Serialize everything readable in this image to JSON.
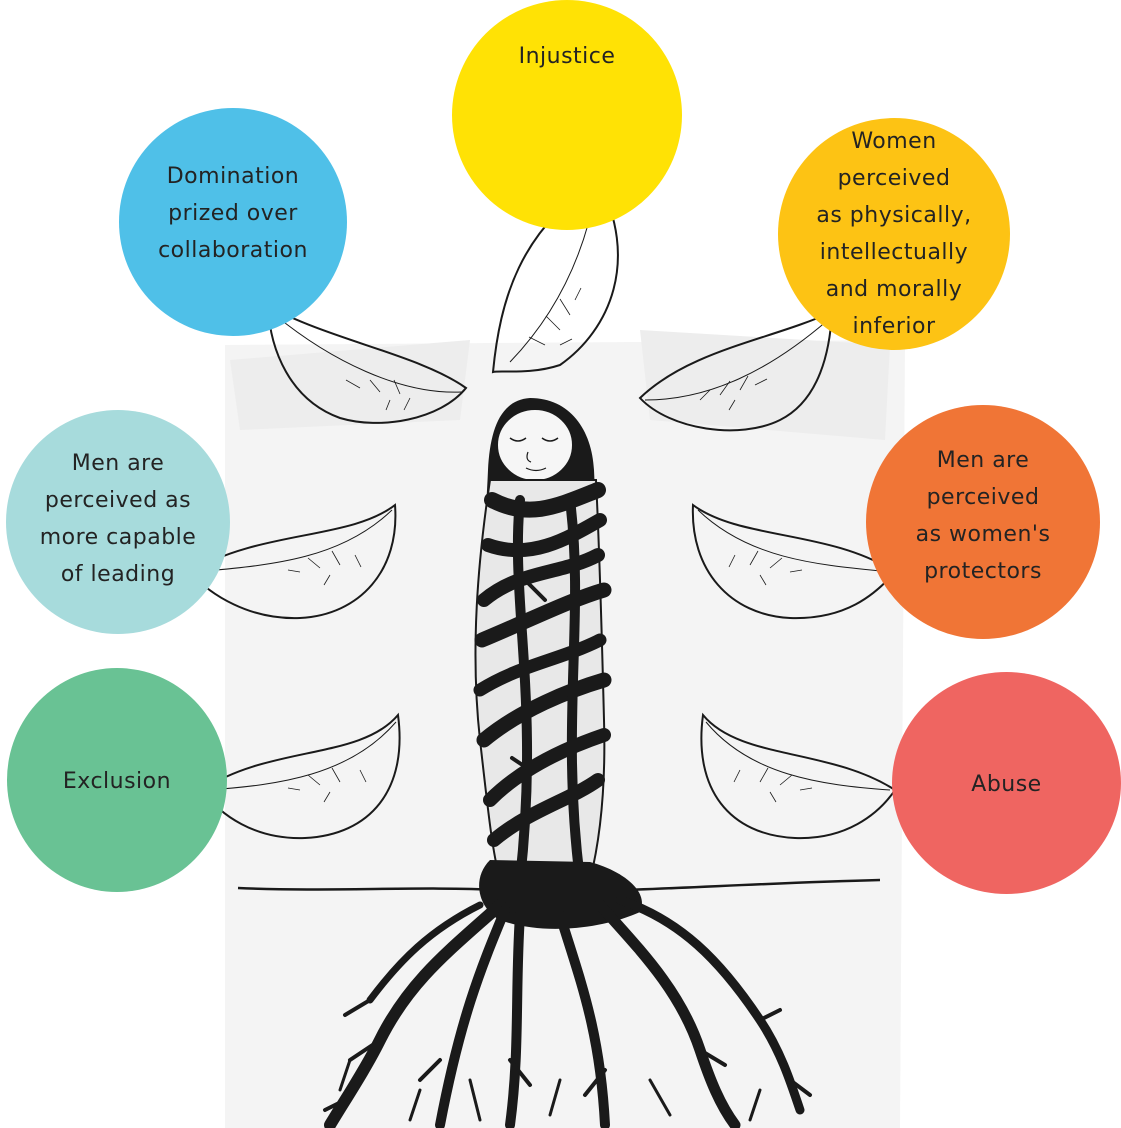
{
  "diagram": {
    "nodes": [
      {
        "id": "injustice",
        "label_lines": [
          "Injustice"
        ],
        "color": "#FFE205"
      },
      {
        "id": "domination",
        "label_lines": [
          "Domination",
          "prized over",
          "collaboration"
        ],
        "color": "#4FC0E8"
      },
      {
        "id": "women-inferior",
        "label_lines": [
          "Women",
          "perceived",
          "as physically,",
          "intellectually",
          "and morally",
          "inferior"
        ],
        "color": "#FDC314"
      },
      {
        "id": "men-leading",
        "label_lines": [
          "Men are",
          "perceived as",
          "more capable",
          "of leading"
        ],
        "color": "#A7DBDC"
      },
      {
        "id": "men-protectors",
        "label_lines": [
          "Men are",
          "perceived",
          "as women's",
          "protectors"
        ],
        "color": "#F07536"
      },
      {
        "id": "exclusion",
        "label_lines": [
          "Exclusion"
        ],
        "color": "#69C294"
      },
      {
        "id": "abuse",
        "label_lines": [
          "Abuse"
        ],
        "color": "#EF6561"
      }
    ],
    "illustration": {
      "subject": "woman-tree-figure",
      "ink_color": "#1a1a1a",
      "background_panel_color": "#f3f3f3"
    }
  }
}
